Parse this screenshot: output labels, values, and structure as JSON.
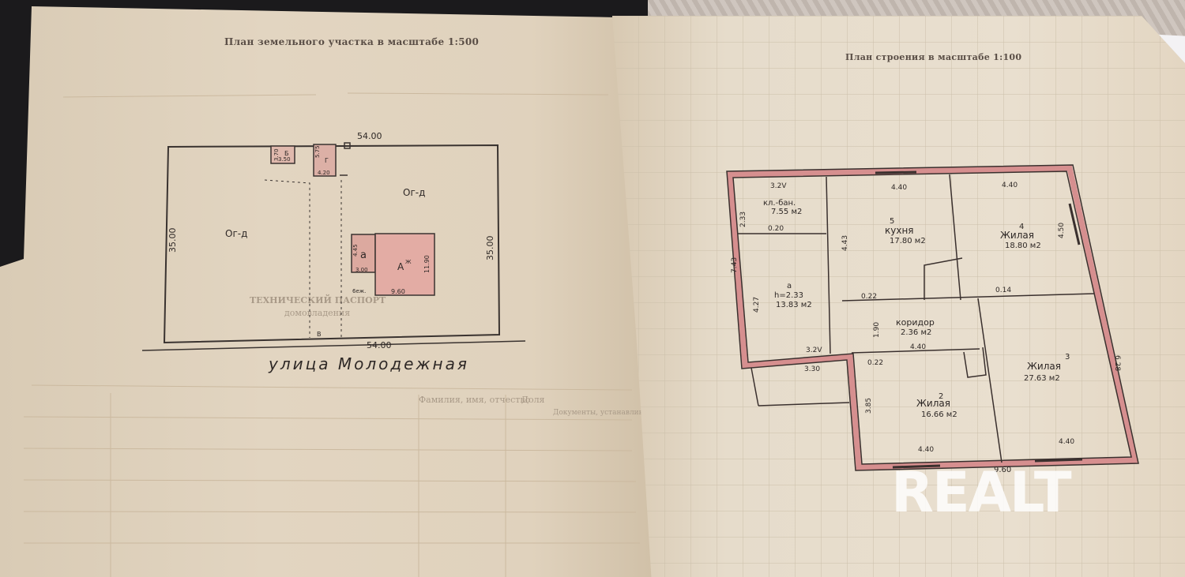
{
  "left_page": {
    "title": "План земельного участка в масштабе 1:500",
    "plot": {
      "top_width": "54.00",
      "bottom_width": "54.00",
      "left_depth": "35.00",
      "right_depth": "35.00",
      "left_area_label": "Ог-д",
      "right_area_label": "Ог-д",
      "shed1_label": "Б",
      "shed1_dim_a": "3.70",
      "shed1_dim_b": "3.50",
      "shed2_label": "Г",
      "shed2_dim_a": "5.75",
      "shed2_dim_b": "4.20",
      "annex_label": "а",
      "annex_dim_a": "4.45",
      "annex_dim_b": "3.00",
      "house_label": "А",
      "house_sup": "Ж",
      "house_depth": "11.90",
      "house_width": "9.60",
      "porch_label": "6еж.",
      "gate_label": "В",
      "street": "улица Молодежная"
    },
    "faint_text": {
      "stamp": "ТЕХНИЧЕСКИЙ ПАСПОРТ",
      "stamp_sub": "домовладения",
      "col_a": "Фамилия, имя, отчество",
      "col_b": "Доля",
      "col_c": "Документы, устанавливающие право владения"
    }
  },
  "right_page": {
    "title": "План строения в масштабе 1:100",
    "rooms": [
      {
        "num": "",
        "name": "кл.-бан.",
        "area": "7.55 м2"
      },
      {
        "num": "5",
        "name": "кухня",
        "area": "17.80 м2"
      },
      {
        "num": "4",
        "name": "Жилая",
        "area": "18.80 м2"
      },
      {
        "num": "а",
        "name": "h=2.33",
        "area": "13.83 м2"
      },
      {
        "num": "",
        "name": "коридор",
        "area": "2.36 м2"
      },
      {
        "num": "3",
        "name": "Жилая",
        "area": "27.63 м2"
      },
      {
        "num": "2",
        "name": "Жилая",
        "area": "16.66 м2"
      }
    ],
    "dims": {
      "d1": "3.2V",
      "d2": "4.40",
      "d3": "4.40",
      "d4": "2.33",
      "d5": "4.43",
      "d6": "4.50",
      "d7": "0.20",
      "d8": "4.27",
      "d9": "7.43",
      "d10": "0.22",
      "d11": "0.14",
      "d12": "1.90",
      "d13": "4.40",
      "d14": "3.2V",
      "d15": "3.30",
      "d16": "0.22",
      "d17": "6.28",
      "d18": "3.85",
      "d19": "4.40",
      "d20": "4.40",
      "d21": "9.60"
    }
  },
  "watermark": "REALT"
}
